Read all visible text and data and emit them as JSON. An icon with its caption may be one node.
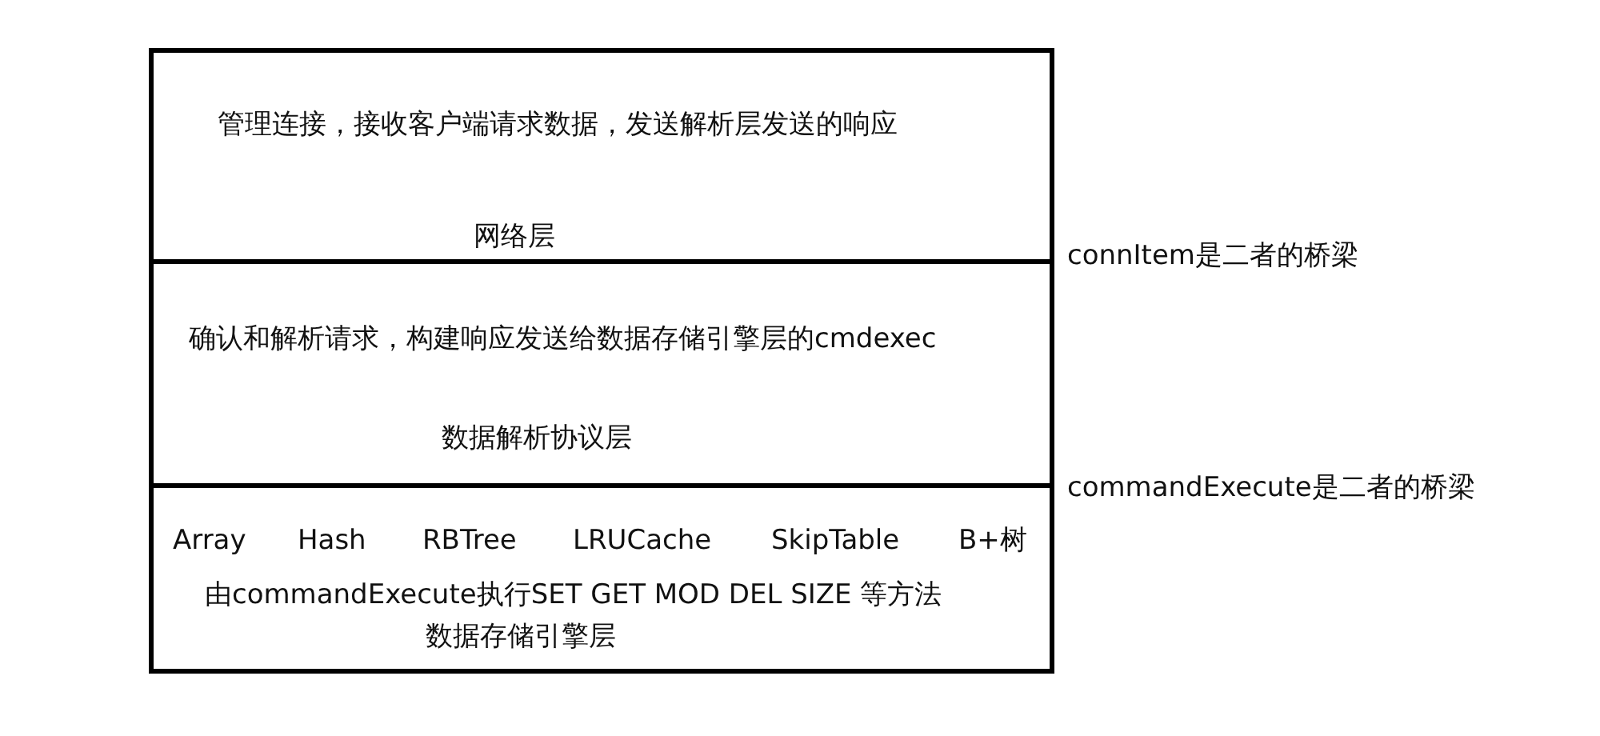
{
  "diagram": {
    "nodes": [
      {
        "text": [
          "管理连接，接收客户端请求数据，发送解析层发送的响应",
          "网络层"
        ]
      },
      {
        "text": [
          "确认和解析请求，构建响应发送给数据存储引擎层的cmdexec",
          "数据解析协议层"
        ]
      },
      {
        "text": [
          "Array",
          "Hash",
          "RBTree",
          "LRUCache",
          "SkipTable",
          "B+树",
          "由commandExecute执行SET GET MOD DEL SIZE 等方法",
          "数据存储引擎层"
        ]
      }
    ],
    "edges": [],
    "labels": [
      "connItem是二者的桥梁",
      "commandExecute是二者的桥梁"
    ]
  }
}
